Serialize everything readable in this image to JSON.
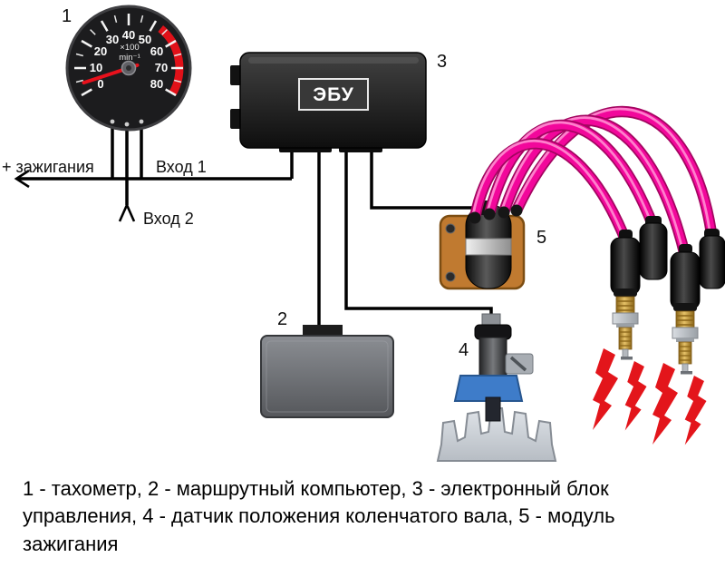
{
  "diagram": {
    "components": {
      "tachometer": {
        "number": "1",
        "scale": [
          "0",
          "10",
          "20",
          "30",
          "40",
          "50",
          "60",
          "70",
          "80"
        ],
        "multiplier": "×100",
        "unit": "min⁻¹"
      },
      "route_computer": {
        "number": "2"
      },
      "ecu": {
        "number": "3",
        "label": "ЭБУ"
      },
      "crank_sensor": {
        "number": "4"
      },
      "ignition_module": {
        "number": "5"
      }
    },
    "wire_labels": {
      "ignition_plus": "+ зажигания",
      "input1": "Вход 1",
      "input2": "Вход 2"
    },
    "colors": {
      "hv_cable": "#f2079b",
      "redline": "#e11119",
      "needle": "#e8111c",
      "lightning": "#e3151b",
      "bracket": "#c07a30"
    }
  },
  "caption": "1 - тахометр, 2 - маршрутный компьютер, 3 - электронный блок управления, 4 - датчик положения коленчатого вала, 5 - модуль зажигания"
}
